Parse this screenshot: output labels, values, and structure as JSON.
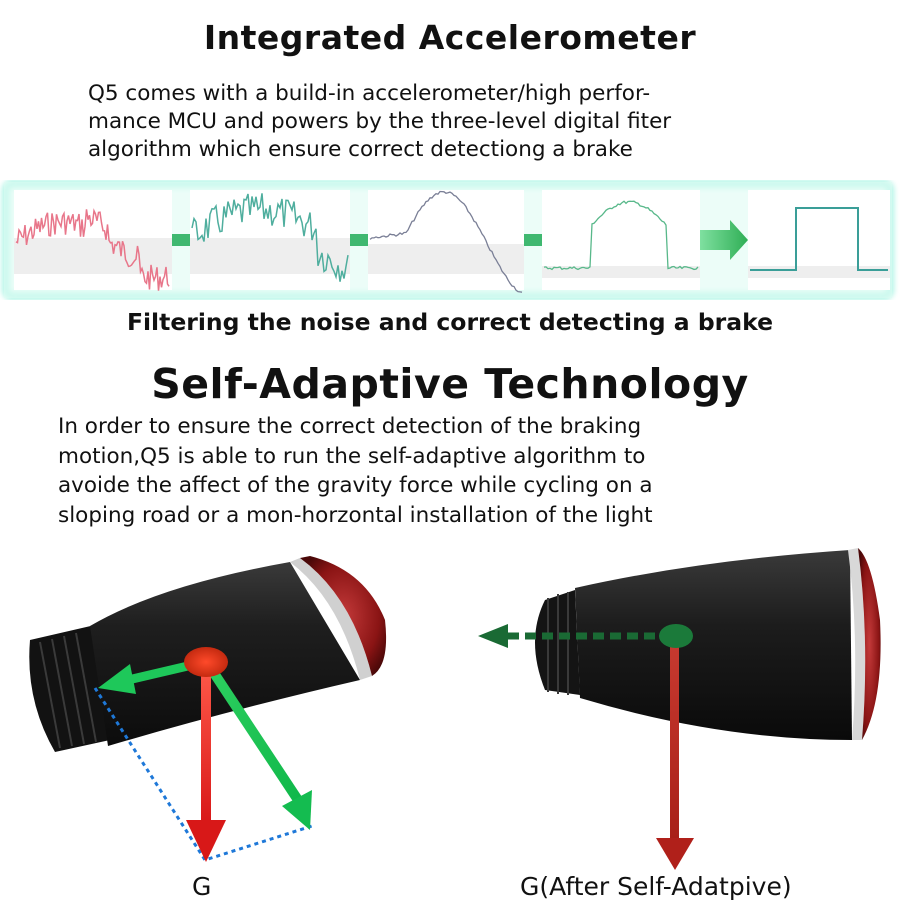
{
  "section1": {
    "title": "Integrated Accelerometer",
    "description": "Q5 comes with a build-in accelerometer/high perfor-\nmance MCU and powers by the three-level digital fiter\nalgorithm which ensure correct detectiong a brake",
    "caption": "Filtering the noise and correct detecting a brake"
  },
  "section2": {
    "title": "Self-Adaptive Technology",
    "description": "In order to ensure the correct detection of the braking\nmotion,Q5 is able to run the self-adaptive algorithm to\navoide the affect of the gravity force while cycling on a\nsloping road or a mon-horzontal installation of the light"
  },
  "labels": {
    "left": "G",
    "right": "G(After Self-Adatpive)"
  },
  "colors": {
    "panel_glow": "#aef5e6",
    "connector": "#3fb870",
    "wave1": "#e8768a",
    "wave2": "#4fae9e",
    "wave3": "#7a7f96",
    "wave4": "#58b88a",
    "wave5": "#3a9e98",
    "gravity_arrow": "#e02020",
    "component_arrow": "#1ec85a",
    "dotted_outline": "#1e78d8"
  }
}
